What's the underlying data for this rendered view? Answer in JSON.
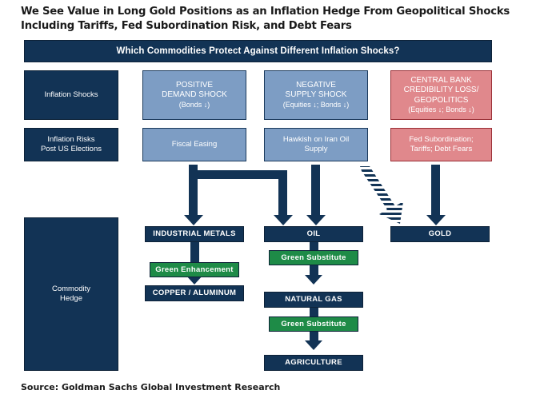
{
  "title": "We See Value in Long Gold Positions as an Inflation Hedge From Geopolitical Shocks Including Tariffs, Fed Subordination Risk, and Debt Fears",
  "header": {
    "label": "Which Commodities Protect Against Different Inflation Shocks?"
  },
  "row_labels": {
    "shocks": "Inflation Shocks",
    "risks_line1": "Inflation Risks",
    "risks_line2": "Post US Elections",
    "hedge_line1": "Commodity",
    "hedge_line2": "Hedge"
  },
  "shocks": [
    {
      "id": "positive-demand-shock",
      "line1": "POSITIVE",
      "line2": "DEMAND SHOCK",
      "sub": "(Bonds ↓)",
      "color": "#7d9dc4",
      "risk": "Fiscal Easing"
    },
    {
      "id": "negative-supply-shock",
      "line1": "NEGATIVE",
      "line2": "SUPPLY SHOCK",
      "sub": "(Equities ↓; Bonds ↓)",
      "color": "#7d9dc4",
      "risk_line1": "Hawkish on Iran Oil",
      "risk_line2": "Supply"
    },
    {
      "id": "central-bank-credibility-loss",
      "line1": "CENTRAL BANK",
      "line2": "CREDIBILITY LOSS/",
      "line3": "GEOPOLITICS",
      "sub": "(Equities ↓; Bonds ↓)",
      "color": "#e0888c",
      "risk_line1": "Fed Subordination;",
      "risk_line2": "Tariffs; Debt Fears"
    }
  ],
  "commodities": {
    "industrial_metals": "INDUSTRIAL METALS",
    "oil": "OIL",
    "gold": "GOLD",
    "copper_aluminum": "COPPER / ALUMINUM",
    "natural_gas": "NATURAL GAS",
    "agriculture": "AGRICULTURE"
  },
  "green_tags": {
    "enhancement": "Green Enhancement",
    "substitute_1": "Green Substitute",
    "substitute_2": "Green Substitute"
  },
  "colors": {
    "navy": "#123355",
    "steel_blue": "#7d9dc4",
    "rose": "#e0888c",
    "green": "#1e8b47",
    "text_dark": "#1a1a1a"
  },
  "source": "Source: Goldman Sachs Global Investment Research"
}
